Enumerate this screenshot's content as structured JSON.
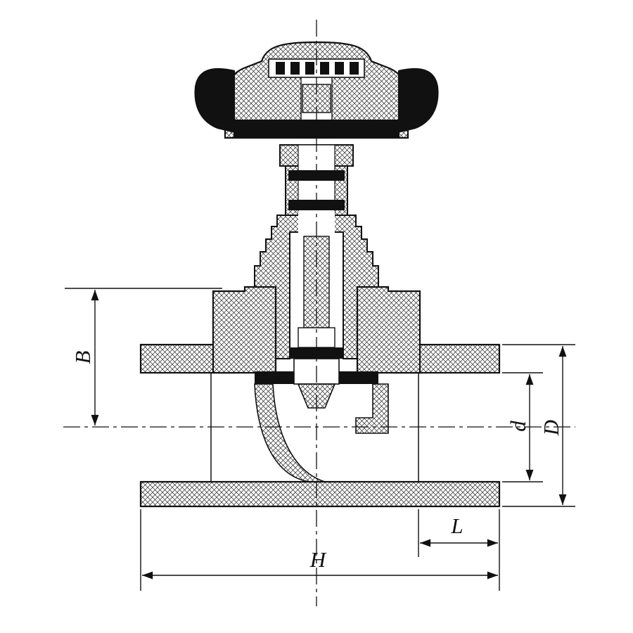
{
  "drawing": {
    "type": "technical-drawing",
    "subject": "globe valve (stop valve) cross-section with dimension callouts",
    "labels": {
      "B": "B",
      "d": "d",
      "D": "D",
      "L": "L",
      "H": "H"
    },
    "colors": {
      "line": "#111111",
      "background": "#ffffff"
    }
  }
}
